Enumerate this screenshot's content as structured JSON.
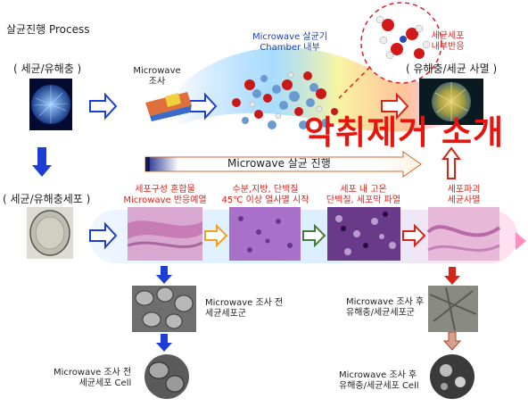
{
  "header": {
    "title": "살균진행 Process"
  },
  "labels": {
    "germ": "( 세균/유해충 )",
    "germ_cell": "( 세균/유해충세포 )",
    "harmful_dead": "( 유해충/세균 사멸 )",
    "microwave_irradiate": "Microwave\n조사",
    "chamber": "Microwave 살균기\nChamber 내부",
    "cell_reaction": "세균세포\n내부반응",
    "progress_bar": "Microwave 살균 진행",
    "overlay_red": "악취제거 소개",
    "step1": "세포구성 혼합물\nMicrowave 반응예열",
    "step2": "수분,지방, 단백질\n45℃ 이상 열사멸 시작",
    "step3": "세포 내 고온\n단백질, 세포막 파열",
    "step4": "세포파괴\n세균사멸",
    "before_group": "Microwave 조사 전\n세균세포군",
    "before_cell": "Microwave 조사 전\n세균세포 Cell",
    "after_group": "Microwave 조사 후\n유해충/세균세포군",
    "after_cell": "Microwave 조사 후\n유해충/세균세포 Cell"
  },
  "colors": {
    "blue_arrow": "#1c3dd6",
    "red_arrow": "#d62418",
    "orange_arrow": "#f0a020",
    "green_arrow": "#4a7a3a",
    "overlay_red": "#e8150f"
  }
}
